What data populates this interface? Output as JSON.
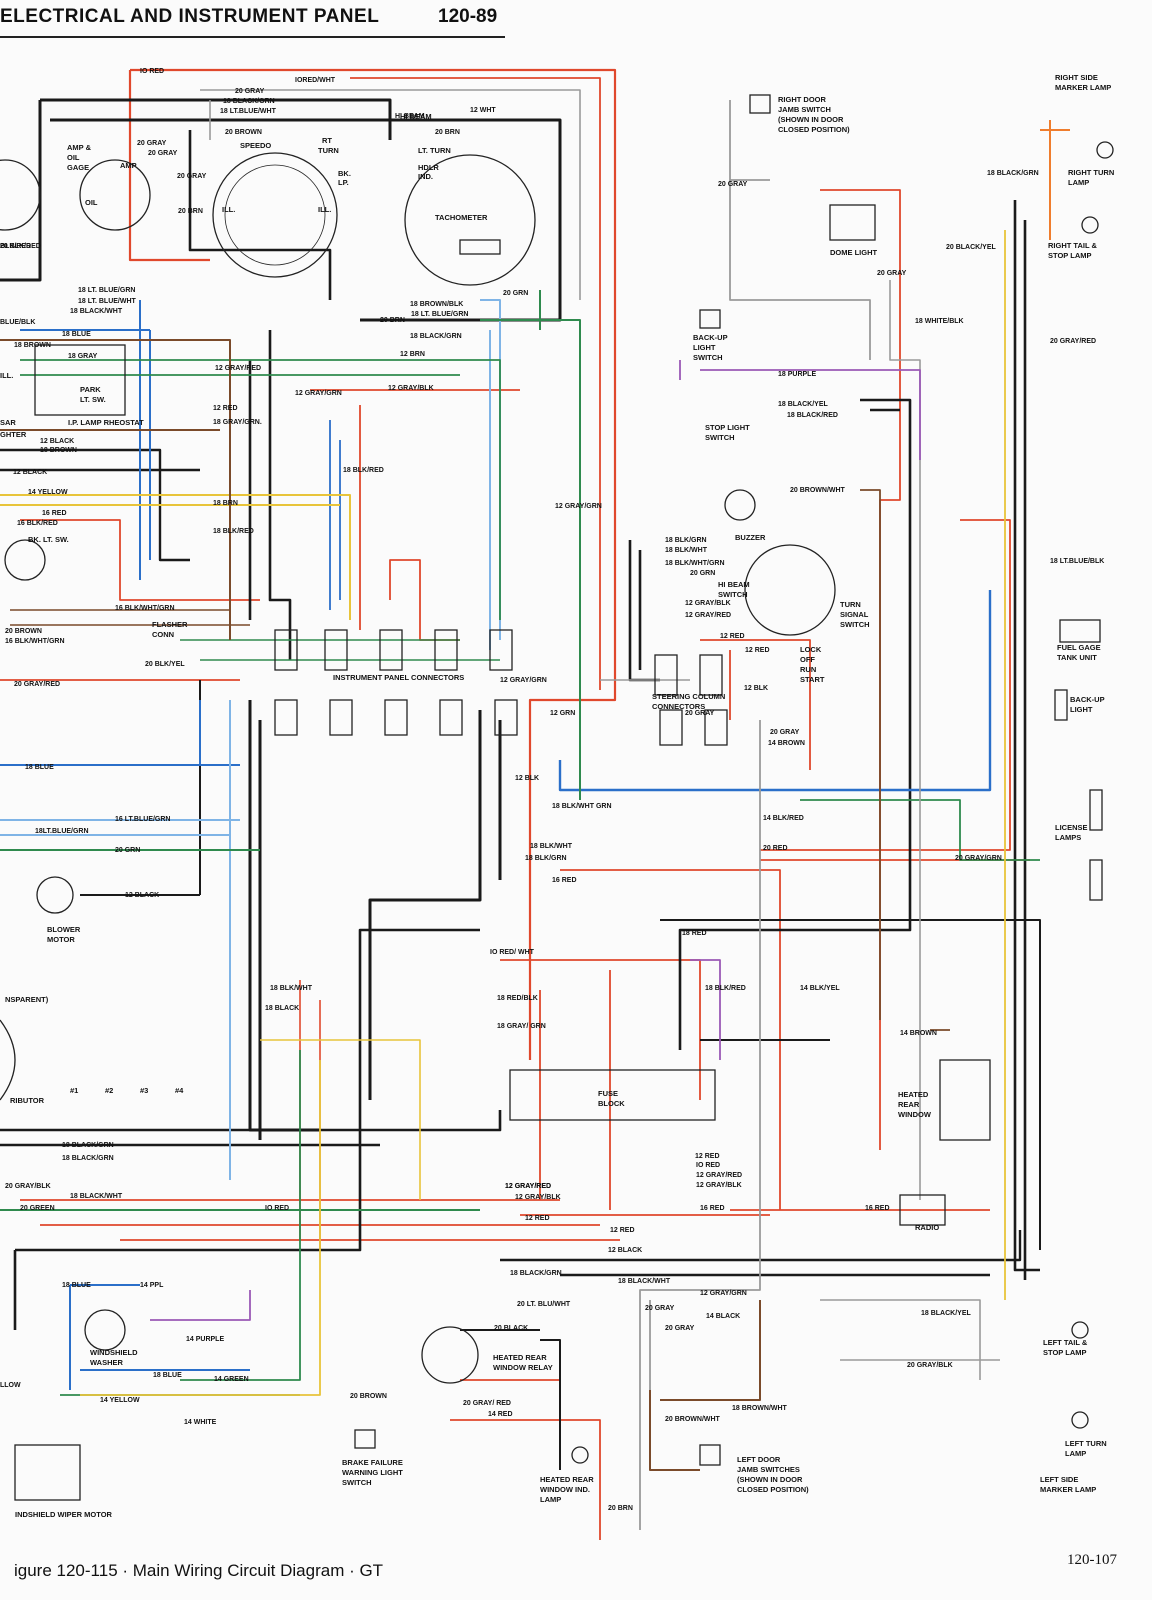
{
  "header": {
    "title": "ELECTRICAL AND INSTRUMENT PANEL",
    "page_number": "120-89"
  },
  "footer": {
    "caption": "igure 120-115 · Main Wiring Circuit Diagram · GT",
    "page_number": "120-107"
  },
  "colors": {
    "red": "#e0482c",
    "black": "#1a1a1a",
    "blue": "#2b6fc9",
    "light_blue": "#7fb4e6",
    "green": "#2f8a4e",
    "gray": "#9a9a9a",
    "brown": "#7a4a2a",
    "yellow": "#e8c43a",
    "purple": "#9b59b6",
    "orange": "#ef7d2d"
  },
  "components": {
    "right_door_jamb_switch": [
      "RIGHT DOOR",
      "JAMB SWITCH",
      "(SHOWN IN DOOR",
      "CLOSED POSITION)"
    ],
    "right_side_marker_lamp": [
      "RIGHT SIDE",
      "MARKER LAMP"
    ],
    "right_turn_lamp": [
      "RIGHT TURN",
      "LAMP"
    ],
    "right_tail_stop_lamp": [
      "RIGHT TAIL &",
      "STOP LAMP"
    ],
    "dome_light": "DOME LIGHT",
    "backup_light_switch": [
      "BACK-UP",
      "LIGHT",
      "SWITCH"
    ],
    "stop_light_switch": [
      "STOP LIGHT",
      "SWITCH"
    ],
    "buzzer": "BUZZER",
    "hi_beam_switch": [
      "HI BEAM",
      "SWITCH"
    ],
    "turn_signal_switch": [
      "TURN",
      "SIGNAL",
      "SWITCH"
    ],
    "fuel_gage_tank_unit": [
      "FUEL GAGE",
      "TANK UNIT"
    ],
    "backup_light": [
      "BACK-UP",
      "LIGHT"
    ],
    "license_lamps": [
      "LICENSE",
      "LAMPS"
    ],
    "steering_column_connectors": [
      "STEERING COLUMN",
      "CONNECTORS"
    ],
    "ignition_positions": [
      "LOCK",
      "OFF",
      "RUN",
      "START"
    ],
    "instrument_panel_connectors": "INSTRUMENT PANEL CONNECTORS",
    "blower_motor": [
      "BLOWER",
      "MOTOR"
    ],
    "heated_rear_window": [
      "HEATED",
      "REAR",
      "WINDOW"
    ],
    "radio": "RADIO",
    "fuse_block": [
      "FUSE",
      "BLOCK"
    ],
    "heated_rear_window_relay": [
      "HEATED REAR",
      "WINDOW RELAY"
    ],
    "heated_rear_window_ind_lamp": [
      "HEATED REAR",
      "WINDOW IND.",
      "LAMP"
    ],
    "brake_failure_warning_light_switch": [
      "BRAKE FAILURE",
      "WARNING LIGHT",
      "SWITCH"
    ],
    "left_door_jamb_switches": [
      "LEFT DOOR",
      "JAMB SWITCHES",
      "(SHOWN IN DOOR",
      "CLOSED POSITION)"
    ],
    "left_tail_stop_lamp": [
      "LEFT TAIL &",
      "STOP LAMP"
    ],
    "left_turn_lamp": [
      "LEFT TURN",
      "LAMP"
    ],
    "left_side_marker_lamp": [
      "LEFT SIDE",
      "MARKER LAMP"
    ],
    "windshield_washer": [
      "WINDSHIELD",
      "WASHER"
    ],
    "windshield_wiper_motor": "INDSHIELD WIPER MOTOR",
    "distributor": "RIBUTOR",
    "transparent": "NSPARENT)",
    "spark_plugs": [
      "#1",
      "#2",
      "#3",
      "#4"
    ],
    "speedo": "SPEEDO",
    "tachometer": "TACHOMETER",
    "amp_oil_gage": [
      "AMP &",
      "OIL",
      "GAGE"
    ],
    "ip_lamp_rheostat": "I.P. LAMP RHEOSTAT",
    "park_lt_sw": [
      "PARK",
      "LT. SW."
    ],
    "flasher_conn": [
      "FLASHER",
      "CONN"
    ],
    "bk_lt_sw": "BK. LT. SW.",
    "cluster_labels": [
      "HI BEAM",
      "RT",
      "TURN",
      "LT. TURN",
      "BK.",
      "LP.",
      "HDLR",
      "IND.",
      "ILL.",
      "AMP",
      "OIL",
      "ILL."
    ],
    "cluster_misc": [
      "SAR",
      "GHTER",
      "ILL."
    ]
  },
  "wire_labels": [
    "IO RED",
    "20 GRAY",
    "IORED/WHT",
    "18 BLACK/GRN",
    "18 LT.BLUE/WHT",
    "12 WHT",
    "HI BEAM",
    "20 BROWN",
    "20 BRN",
    "20 GRAY",
    "20 GRAY",
    "20 GRAY",
    "20 BRN",
    "20 BLK/RED",
    "BLK/RED",
    "18 LT. BLUE/GRN",
    "18 LT. BLUE/WHT",
    "18 BLACK/WHT",
    "BLUE/BLK",
    "18 BLUE",
    "18 BROWN",
    "18 GRAY",
    "18 BROWN/BLK",
    "18 LT. BLUE/GRN",
    "20 GRN",
    "20 BRN",
    "18 BLACK/GRN",
    "12 BRN",
    "12 GRAY/RED",
    "12 GRAY/BLK",
    "12 GRAY/GRN",
    "12 RED",
    "18 GRAY/GRN.",
    "12 BLACK",
    "18 BROWN",
    "12 BLACK",
    "18 BLK/RED",
    "14 YELLOW",
    "18 BRN",
    "16 RED",
    "16 BLK/RED",
    "18 BLK/RED",
    "12 GRAY/GRN",
    "16 BLK/WHT/GRN",
    "20 BROWN",
    "16 BLK/WHT/GRN",
    "20 BLK/YEL",
    "20 GRAY/RED",
    "12 GRAY/GRN",
    "12 GRN",
    "12 BLK",
    "18 BLK/WHT GRN",
    "18 BLUE",
    "16 LT.BLUE/GRN",
    "18LT.BLUE/GRN",
    "20 GRN",
    "12 BLACK",
    "18 BLK/WHT",
    "18 BLK/GRN",
    "16 RED",
    "18 RED",
    "14 BLK/RED",
    "20 RED",
    "20 GRAY/GRN",
    "IO RED/ WHT",
    "18 BLK/WHT",
    "18 RED/BLK",
    "18 GRAY/ GRN",
    "18 BLACK/GRN",
    "18 BLACK",
    "18 BLK/RED",
    "14 BLK/YEL",
    "12 GRAY/RED",
    "18 BLACK/GRN",
    "20 GRAY/BLK",
    "18 BLACK/WHT",
    "20 GREEN",
    "IO RED",
    "12 GRAY/RED",
    "12 GRAY/BLK",
    "12 RED",
    "12 RED",
    "12 BLACK",
    "12 RED",
    "IO RED",
    "12 GRAY/RED",
    "12 GRAY/BLK",
    "16 RED",
    "16 RED",
    "18 BLACK/GRN",
    "18 BLACK/WHT",
    "12 GRAY/GRN",
    "20 LT. BLU/WHT",
    "20 GRAY",
    "14 BLACK",
    "18 BLACK/YEL",
    "20 BLACK",
    "20 GRAY",
    "20 GRAY/ RED",
    "14 RED",
    "20 BROWN",
    "18 BROWN/WHT",
    "20 BROWN/WHT",
    "20 BRN",
    "20 GRAY/BLK",
    "18 BLUE",
    "14 PPL",
    "14 PURPLE",
    "18 BLUE",
    "14 GREEN",
    "14 YELLOW",
    "14 WHITE",
    "LLOW",
    "14 BROWN",
    "20 GRAY",
    "18 BLACK/GRN",
    "20 BLACK/YEL",
    "18 WHITE/BLK",
    "18 PURPLE",
    "18 BLACK/YEL",
    "18 BLACK/RED",
    "20 BROWN/WHT",
    "20 GRAY/RED",
    "18 BLK/GRN",
    "18 BLK/WHT",
    "18 BLK/WHT/GRN",
    "20 GRN",
    "12 GRAY/BLK",
    "12 GRAY/RED",
    "12 RED",
    "12 RED",
    "12 BLK",
    "20 GRAY",
    "14 BROWN",
    "18 LT.BLUE/BLK",
    "20 GRAY",
    "20 GRAY"
  ]
}
